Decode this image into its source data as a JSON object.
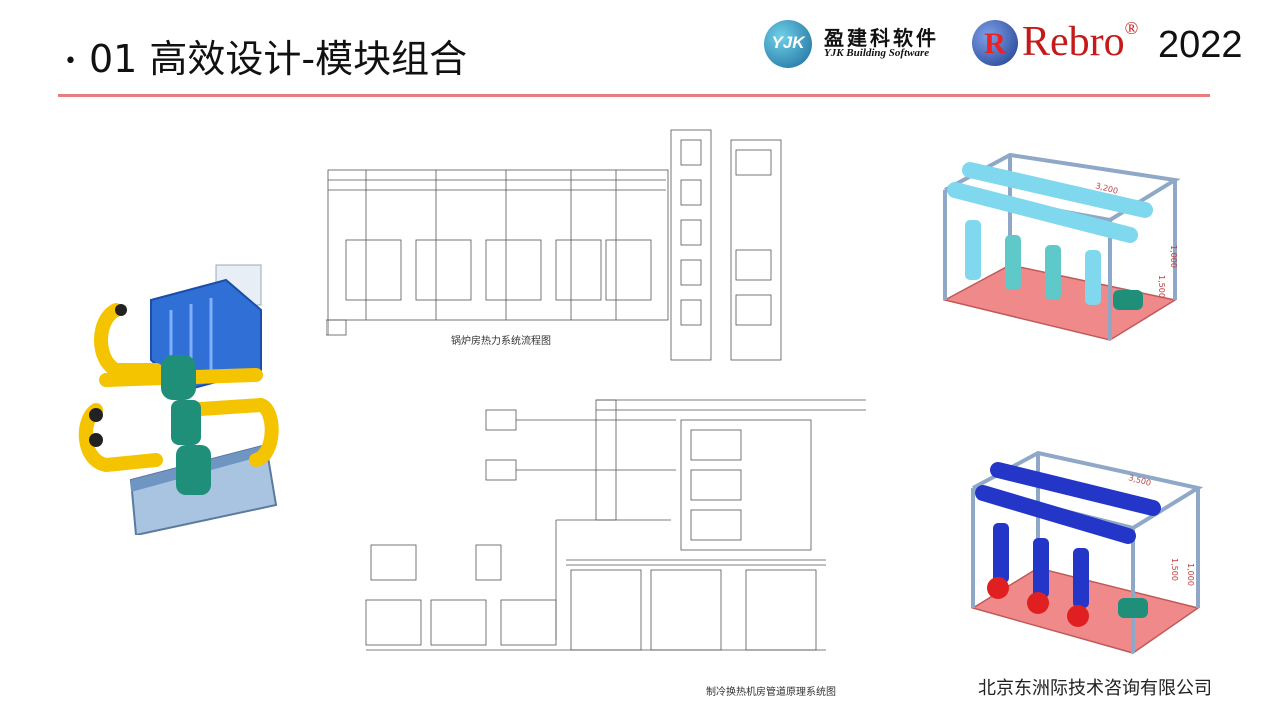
{
  "slide": {
    "title": "01 高效设计-模块组合",
    "bullet": "•",
    "company": "北京东洲际技术咨询有限公司"
  },
  "logos": {
    "yjk_badge": "YJK",
    "yjk_cn": "盈建科软件",
    "yjk_en": "YJK Building Software",
    "rebro_badge": "R",
    "rebro_word": "Rebro",
    "rebro_mark": "®",
    "rebro_year": "2022"
  },
  "drawing": {
    "caption_boiler": "锅炉房热力系统流程图",
    "caption_chiller": "制冷换热机房管道原理系统图"
  },
  "module_top_dims": [
    "3,200",
    "1,500",
    "1,000"
  ],
  "module_bottom_dims": [
    "3,500",
    "1,500",
    "1,000"
  ],
  "colors": {
    "accent_rule": "#e57f7f",
    "pipe_yellow": "#f5c400",
    "hx_blue": "#2f6fd6",
    "pump_teal": "#1f8f7a",
    "pipe_cyan": "#7fd8ee",
    "pipe_navy": "#2436c8",
    "pump_red": "#e02020",
    "base_pink": "#f08a8a",
    "frame_grey": "#8fa8c8"
  }
}
